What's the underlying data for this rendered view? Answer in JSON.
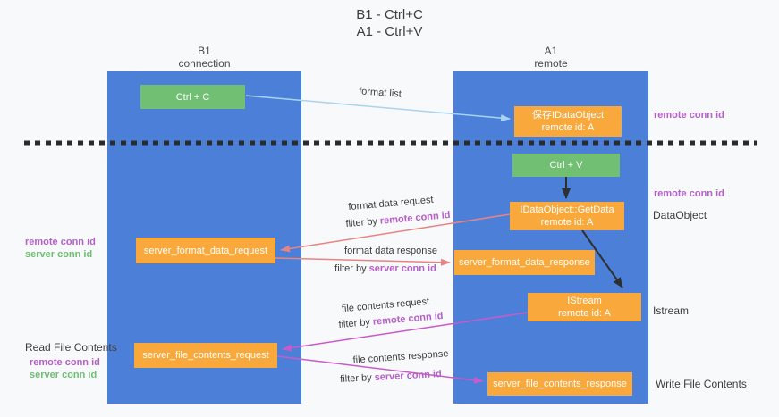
{
  "title": {
    "line1": "B1 - Ctrl+C",
    "line2": "A1 - Ctrl+V"
  },
  "lanes": {
    "left": {
      "name": "B1",
      "role": "connection"
    },
    "right": {
      "name": "A1",
      "role": "remote"
    }
  },
  "boxes": {
    "ctrl_c": {
      "label": "Ctrl + C"
    },
    "ctrl_v": {
      "label": "Ctrl + V"
    },
    "save_dataobject": {
      "line1": "保存IDataObject",
      "line2": "remote id: A"
    },
    "getdata": {
      "line1": "IDataObject::GetData",
      "line2": "remote id: A"
    },
    "istream": {
      "line1": "IStream",
      "line2": "remote id: A"
    },
    "server_format_data_request": {
      "label": "server_format_data_request"
    },
    "server_format_data_response": {
      "label": "server_format_data_response"
    },
    "server_file_contents_request": {
      "label": "server_file_contents_request"
    },
    "server_file_contents_response": {
      "label": "server_file_contents_response"
    }
  },
  "arrow_labels": {
    "format_list": "format list",
    "format_data_request": "format data request",
    "format_data_request_filter": {
      "prefix": "filter by",
      "key": "remote conn id"
    },
    "format_data_response": "format data response",
    "format_data_response_filter": {
      "prefix": "filter by",
      "key": "server conn id"
    },
    "file_contents_request": "file contents request",
    "file_contents_request_filter": {
      "prefix": "filter by",
      "key": "remote conn id"
    },
    "file_contents_response": "file contents response",
    "file_contents_response_filter": {
      "prefix": "filter by",
      "key": "server conn id"
    }
  },
  "side_labels": {
    "right_remote_conn_id_top": "remote conn id",
    "right_remote_conn_id_mid": "remote conn id",
    "right_dataobject": "DataObject",
    "right_istream": "Istream",
    "right_write_file": "Write File Contents",
    "left_remote_conn_id_top": "remote conn id",
    "left_server_conn_id_top": "server conn id",
    "left_read_file": "Read File Contents",
    "left_remote_conn_id_bottom": "remote conn id",
    "left_server_conn_id_bottom": "server conn id"
  },
  "colors": {
    "lane_blue": "#4c80d8",
    "box_orange": "#f9a93c",
    "box_green": "#71bf73",
    "arrow_lightblue": "#a9d3f2",
    "arrow_salmon": "#e88383",
    "arrow_magenta": "#c95ac9",
    "arrow_black": "#2f2f2f",
    "label_purple": "#b55fc9",
    "label_green": "#6dbf6f",
    "text_dark": "#3d3d3d",
    "background": "#f8f9fa"
  }
}
